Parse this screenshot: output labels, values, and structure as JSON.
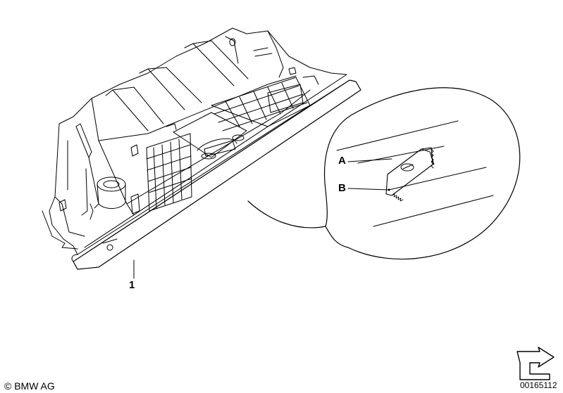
{
  "callouts": {
    "part_1": "1",
    "detail_a": "A",
    "detail_b": "B"
  },
  "footer": {
    "copyright": "© BMW AG",
    "reference_number": "00165112"
  },
  "colors": {
    "line": "#000000",
    "background": "#ffffff"
  },
  "icons": {
    "main_part": "glove-box-illustration",
    "detail_view": "latch-detail-magnifier",
    "navigation": "forward-arrow-icon"
  }
}
